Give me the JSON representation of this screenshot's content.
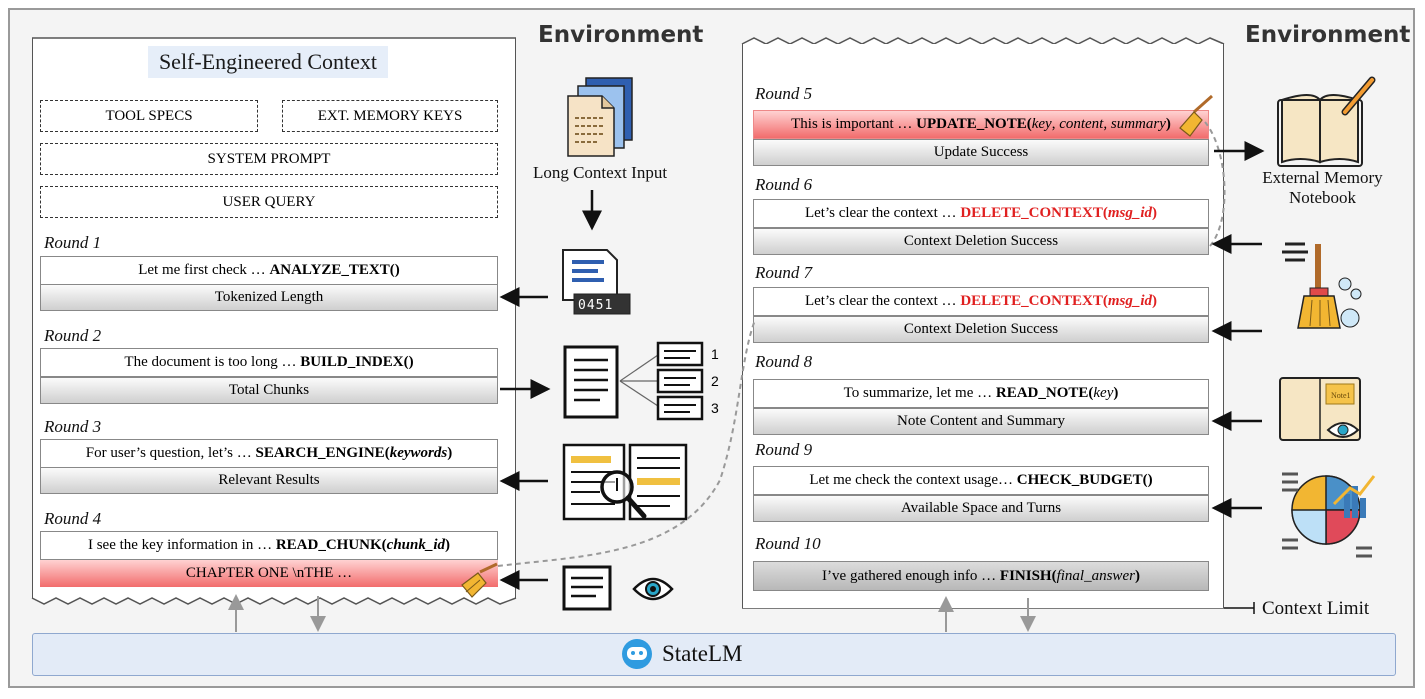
{
  "env_left": "Environment",
  "env_right": "Environment",
  "context_title": "Self-Engineered Context",
  "tool_specs": "TOOL SPECS",
  "ext_memory_keys": "EXT. MEMORY KEYS",
  "system_prompt": "SYSTEM PROMPT",
  "user_query": "USER QUERY",
  "long_context_input": "Long Context Input",
  "counter_digits": "0451",
  "external_memory_line1": "External Memory",
  "external_memory_line2": "Notebook",
  "note_tag": "Note1",
  "context_limit": "Context Limit",
  "statelm": "StateLM",
  "chunk_numbers": [
    "1",
    "2",
    "3"
  ],
  "rounds": [
    {
      "label": "Round 1",
      "prefix": "Let me first check … ",
      "fn": "ANALYZE_TEXT",
      "arg": "",
      "suffix": "()",
      "result": "Tokenized Length"
    },
    {
      "label": "Round 2",
      "prefix": "The document is too long … ",
      "fn": "BUILD_INDEX",
      "arg": "",
      "suffix": "()",
      "result": "Total Chunks"
    },
    {
      "label": "Round 3",
      "prefix": "For user’s question, let’s … ",
      "fn": "SEARCH_ENGINE",
      "arg": "keywords",
      "suffix": ")",
      "result": "Relevant Results"
    },
    {
      "label": "Round 4",
      "prefix": "I see the key information in … ",
      "fn": "READ_CHUNK",
      "arg": "chunk_id",
      "suffix": ")",
      "result": "CHAPTER ONE \\nTHE …"
    },
    {
      "label": "Round 5",
      "prefix": "This is important … ",
      "fn": "UPDATE_NOTE",
      "arg": "key",
      "arg2": "content",
      "arg3": "summary",
      "suffix": ")",
      "result": "Update Success"
    },
    {
      "label": "Round 6",
      "prefix": "Let’s clear the context … ",
      "fn": "DELETE_CONTEXT",
      "arg": "msg_id",
      "suffix": ")",
      "result": "Context Deletion Success"
    },
    {
      "label": "Round 7",
      "prefix": "Let’s clear the context … ",
      "fn": "DELETE_CONTEXT",
      "arg": "msg_id",
      "suffix": ")",
      "result": "Context Deletion Success"
    },
    {
      "label": "Round 8",
      "prefix": "To summarize, let me … ",
      "fn": "READ_NOTE",
      "arg": "key",
      "suffix": ")",
      "result": "Note Content and Summary"
    },
    {
      "label": "Round 9",
      "prefix": "Let me check the context usage… ",
      "fn": "CHECK_BUDGET",
      "arg": "",
      "suffix": "()",
      "result": "Available Space and Turns"
    },
    {
      "label": "Round 10",
      "prefix": "I’ve gathered enough info … ",
      "fn": "FINISH",
      "arg": "final_answer",
      "suffix": ")",
      "result": ""
    }
  ]
}
